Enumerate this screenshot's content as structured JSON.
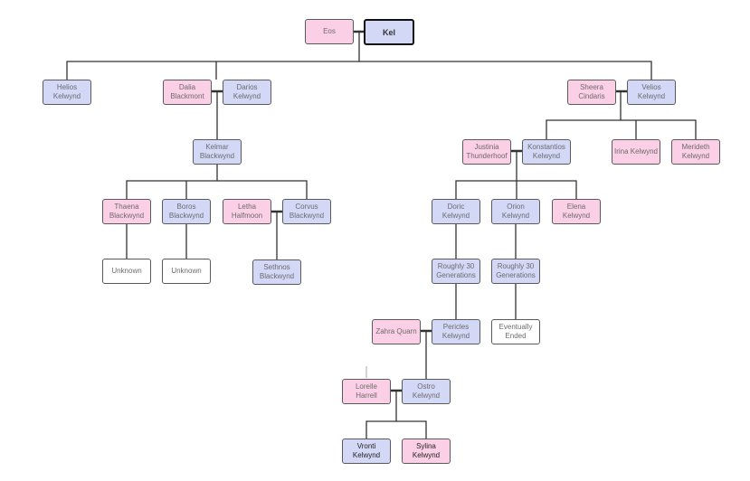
{
  "tree": {
    "eos": "Eos",
    "kel": "Kel",
    "helios": "Helios\nKelwynd",
    "dalia": "Dalia\nBlackmont",
    "darios": "Darios\nKelwynd",
    "sheera": "Sheera\nCindaris",
    "velios": "Velios\nKelwynd",
    "kelmar": "Kelmar\nBlackwynd",
    "justinia": "Justinia\nThunderhoof",
    "konstantios": "Konstantios\nKelwynd",
    "irina": "Irina Kelwynd",
    "merideth": "Merideth\nKelwynd",
    "thaena": "Thaena\nBlackwynd",
    "boros": "Boros\nBlackwynd",
    "letha": "Letha\nHalfmoon",
    "corvus": "Corvus\nBlackwynd",
    "doric": "Doric\nKelwynd",
    "orion": "Orion\nKelwynd",
    "elena": "Elena\nKelwynd",
    "unknown1": "Unknown",
    "unknown2": "Unknown",
    "sethnos": "Sethnos\nBlackwynd",
    "gen1": "Roughly 30\nGenerations",
    "gen2": "Roughly 30\nGenerations",
    "zahra": "Zahra Quarn",
    "pericles": "Pericles\nKelwynd",
    "ended": "Eventually\nEnded",
    "lorelle": "Lorelle\nHarrell",
    "ostro": "Ostro\nKelwynd",
    "vronti": "Vronti\nKelwynd",
    "sylina": "Sylina\nKelwynd"
  },
  "colors": {
    "male": "#d3d8f7",
    "female": "#fbcfe6",
    "unknown": "#ffffff",
    "line": "#333333"
  }
}
